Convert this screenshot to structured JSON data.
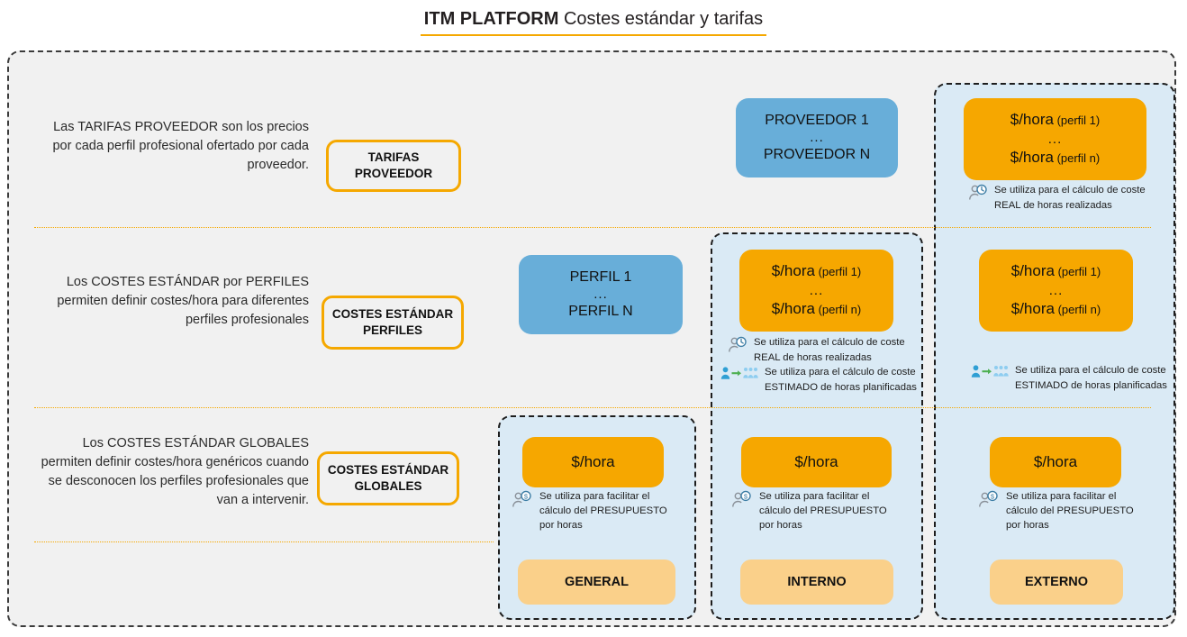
{
  "title": {
    "bold": "ITM PLATFORM",
    "regular": " Costes estándar y tarifas"
  },
  "colors": {
    "accent_orange": "#f5a800",
    "box_orange": "#f6a700",
    "box_blue": "#68aed9",
    "region_blue": "#daeaf5",
    "box_tan": "#fad08a",
    "frame_gray": "#f1f1f1"
  },
  "rows": [
    {
      "description": "Las TARIFAS PROVEEDOR son los precios por cada perfil profesional ofertado por cada proveedor.",
      "label": "TARIFAS PROVEEDOR"
    },
    {
      "description": "Los COSTES ESTÁNDAR por PERFILES permiten definir costes/hora para diferentes perfiles profesionales",
      "label": "COSTES ESTÁNDAR PERFILES"
    },
    {
      "description": "Los COSTES ESTÁNDAR GLOBALES permiten  definir costes/hora genéricos cuando se desconocen los perfiles profesionales que van a intervenir.",
      "label": "COSTES ESTÁNDAR GLOBALES"
    }
  ],
  "blue_boxes": {
    "proveedor": {
      "first": "PROVEEDOR 1",
      "dots": "...",
      "last": "PROVEEDOR N"
    },
    "perfil": {
      "first": "PERFIL 1",
      "dots": "...",
      "last": "PERFIL N"
    }
  },
  "orange_boxes": {
    "perfil_rate": {
      "first_value": "$/hora",
      "first_suffix": " (perfil 1)",
      "dots": "...",
      "last_value": "$/hora",
      "last_suffix": "  (perfil n)"
    },
    "global_rate": "$/hora"
  },
  "notes": {
    "real": {
      "icon": "person-clock-icon",
      "line1": "Se utiliza para el cálculo de coste",
      "line2": "REAL  de horas realizadas"
    },
    "estimado": {
      "icon": "person-arrow-group-icon",
      "line1": "Se utiliza para el cálculo de coste",
      "line2": "ESTIMADO  de horas planificadas"
    },
    "presupuesto": {
      "icon": "person-money-icon",
      "line1": "Se utiliza para facilitar el",
      "line2": "cálculo del PRESUPUESTO",
      "line3": "por horas"
    }
  },
  "columns": [
    {
      "key": "general",
      "label": "GENERAL"
    },
    {
      "key": "interno",
      "label": "INTERNO"
    },
    {
      "key": "externo",
      "label": "EXTERNO"
    }
  ]
}
